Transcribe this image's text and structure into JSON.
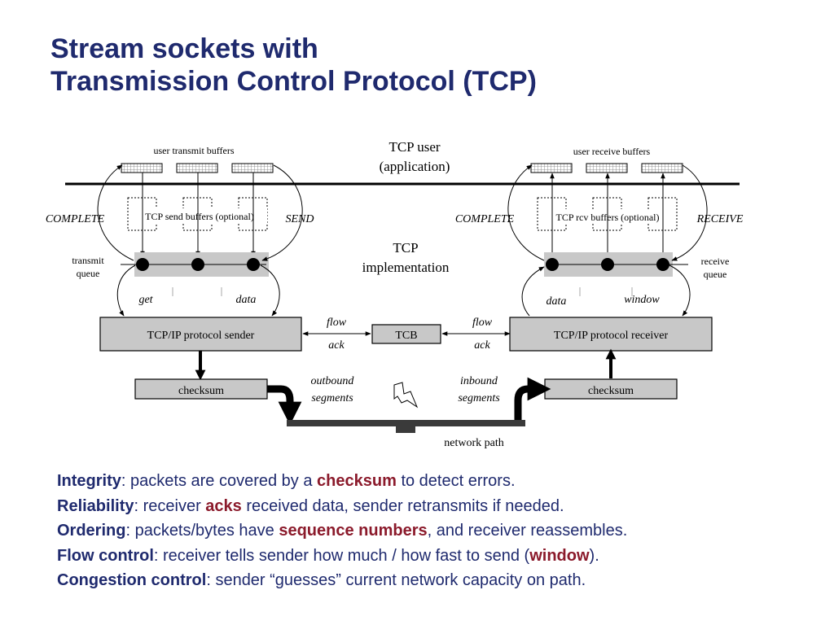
{
  "slide": {
    "title_line1": "Stream sockets with",
    "title_line2": "Transmission Control Protocol (TCP)"
  },
  "diagram": {
    "user_transmit_buffers": "user transmit buffers",
    "tcp_user_line1": "TCP user",
    "tcp_user_line2": "(application)",
    "user_receive_buffers": "user receive buffers",
    "complete_left": "COMPLETE",
    "send": "SEND",
    "complete_right": "COMPLETE",
    "receive": "RECEIVE",
    "tcp_send_buffers": "TCP send buffers (optional)",
    "tcp_rcv_buffers": "TCP rcv buffers (optional)",
    "transmit_queue_line1": "transmit",
    "transmit_queue_line2": "queue",
    "receive_queue_line1": "receive",
    "receive_queue_line2": "queue",
    "tcp_impl_line1": "TCP",
    "tcp_impl_line2": "implementation",
    "get": "get",
    "data_left": "data",
    "data_right": "data",
    "window": "window",
    "sender_box": "TCP/IP protocol sender",
    "receiver_box": "TCP/IP protocol receiver",
    "tcb": "TCB",
    "flow_left": "flow",
    "ack_left": "ack",
    "flow_right": "flow",
    "ack_right": "ack",
    "checksum_left": "checksum",
    "checksum_right": "checksum",
    "outbound_line1": "outbound",
    "outbound_line2": "segments",
    "inbound_line1": "inbound",
    "inbound_line2": "segments",
    "network_path": "network path"
  },
  "bullets": [
    {
      "term": "Integrity",
      "t1": ": packets are covered by a ",
      "hl": "checksum",
      "t2": " to detect errors."
    },
    {
      "term": "Reliability",
      "t1": ": receiver ",
      "hl": "acks",
      "t2": " received data, sender retransmits if needed."
    },
    {
      "term": "Ordering",
      "t1": ": packets/bytes have ",
      "hl": "sequence numbers",
      "t2": ", and receiver reassembles."
    },
    {
      "term": "Flow control",
      "t1": ": receiver tells sender how much / how fast to send (",
      "hl": "window",
      "t2": ")."
    },
    {
      "term": "Congestion control",
      "t1": ": sender “guesses” current network capacity on path.",
      "hl": "",
      "t2": ""
    }
  ]
}
